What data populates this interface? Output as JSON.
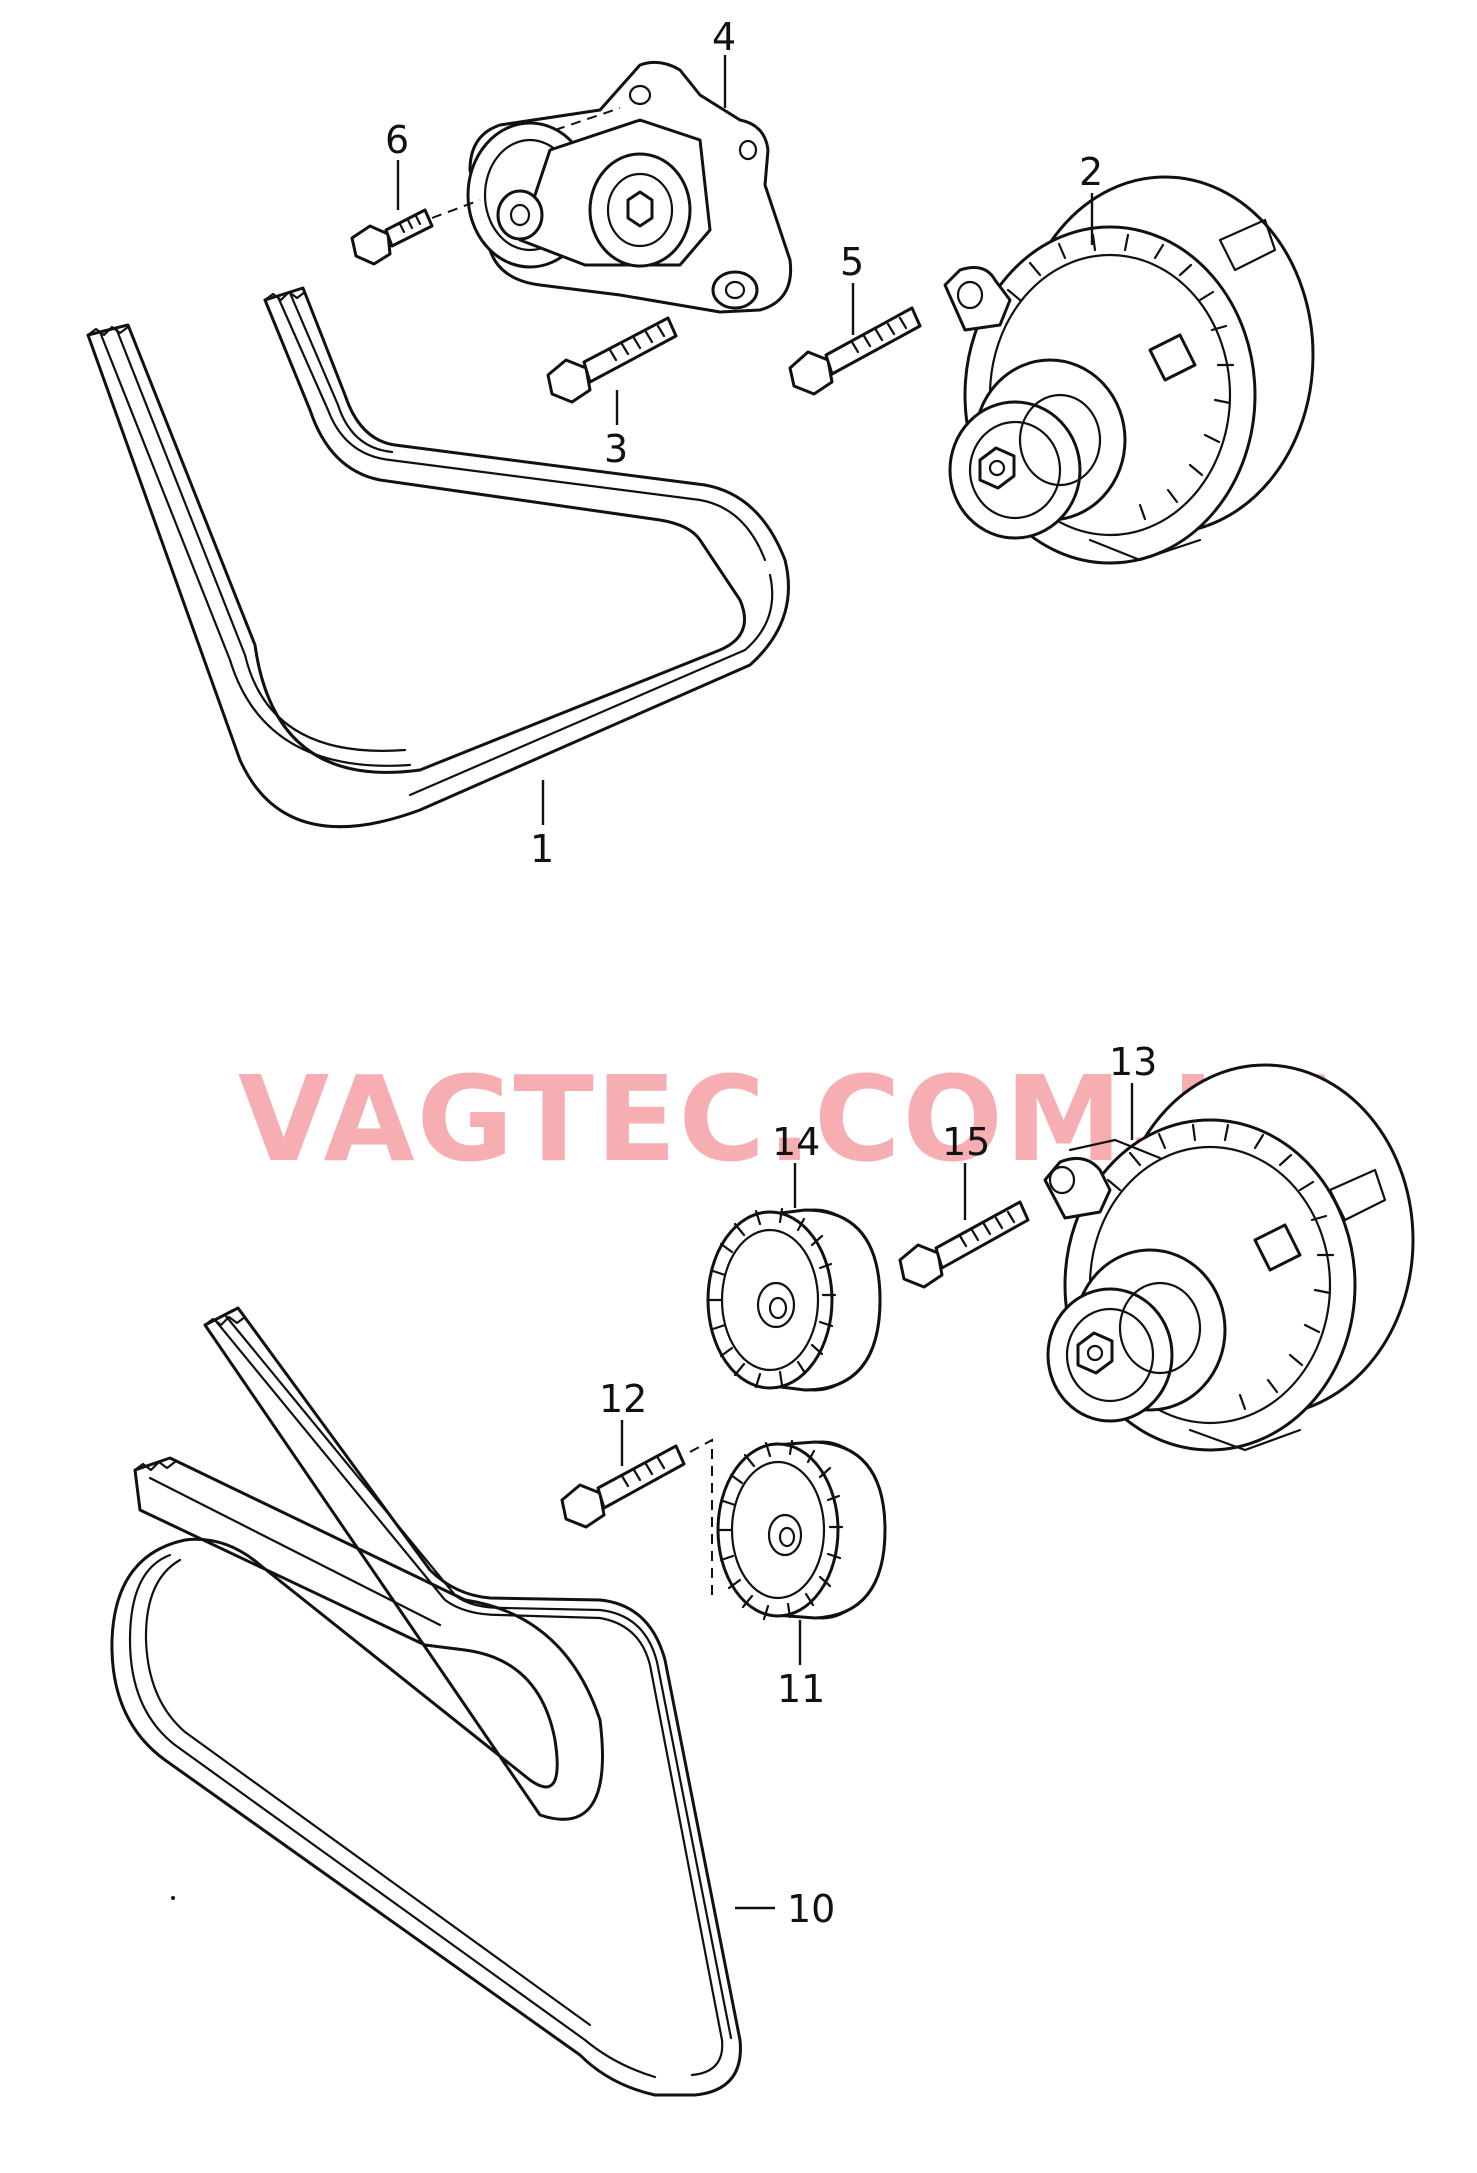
{
  "watermark": "VAGTEC.COM.UA",
  "callouts": {
    "c1": "1",
    "c2": "2",
    "c3": "3",
    "c4": "4",
    "c5": "5",
    "c6": "6",
    "c10": "10",
    "c11": "11",
    "c12": "12",
    "c13": "13",
    "c14": "14",
    "c15": "15"
  },
  "colors": {
    "line": "#111111",
    "watermark": "#ee6b73",
    "background": "#ffffff"
  }
}
